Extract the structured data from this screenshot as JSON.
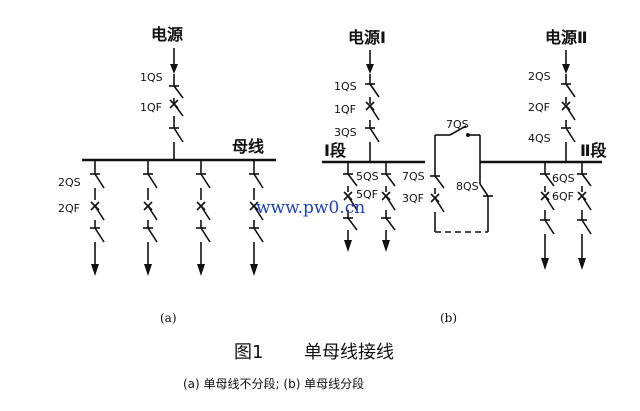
{
  "diagram_a": {
    "source_label": "电源",
    "switch_1qs": "1QS",
    "breaker_1qf": "1QF",
    "bus_label": "母线",
    "switch_2qs": "2QS",
    "breaker_2qf": "2QF",
    "sublabel": "(a)"
  },
  "diagram_b": {
    "source_1_label": "电源Ⅰ",
    "source_2_label": "电源Ⅱ",
    "switch_1qs": "1QS",
    "breaker_1qf": "1QF",
    "switch_3qs": "3QS",
    "section_1_label": "Ⅰ段",
    "section_2_label": "Ⅱ段",
    "switch_7qs_top": "7QS",
    "switch_5qs": "5QS",
    "breaker_5qf": "5QF",
    "switch_7qs": "7QS",
    "breaker_3qf": "3QF",
    "switch_8qs": "8QS",
    "switch_2qs": "2QS",
    "breaker_2qf": "2QF",
    "switch_4qs": "4QS",
    "switch_6qs": "6QS",
    "breaker_6qf": "6QF",
    "sublabel": "(b)"
  },
  "watermark": "www.pw0.cn",
  "caption": {
    "figure_number": "图1",
    "title": "单母线接线",
    "subtitle": "(a) 单母线不分段; (b) 单母线分段"
  }
}
